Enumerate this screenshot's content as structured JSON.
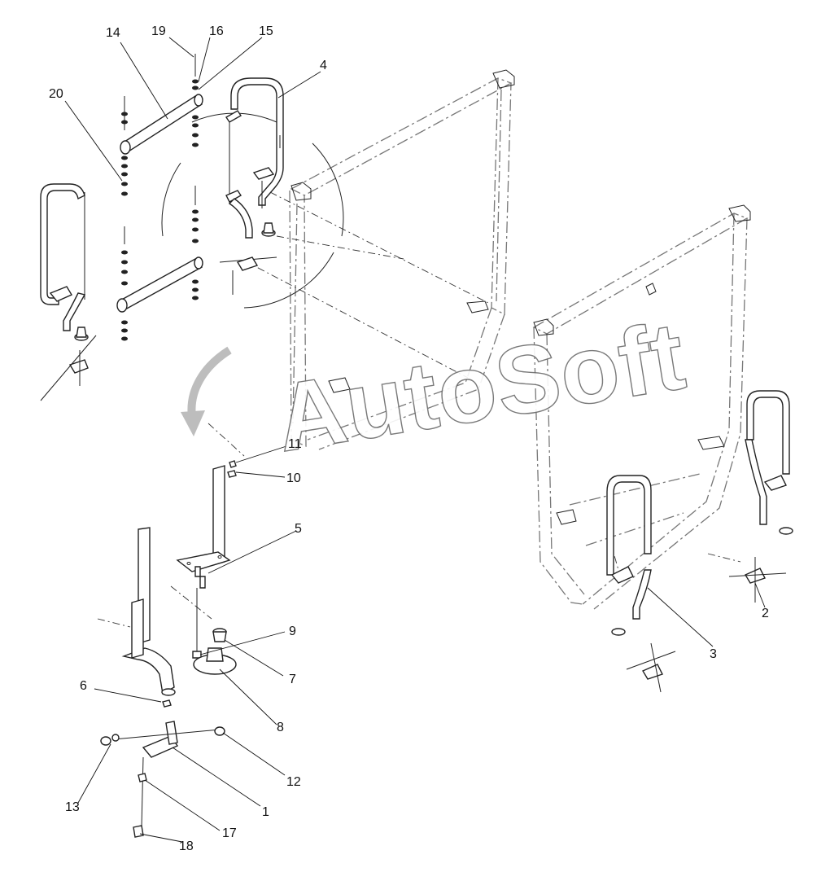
{
  "diagram": {
    "watermark": "AutoSoft",
    "callouts": [
      {
        "id": "c14",
        "text": "14"
      },
      {
        "id": "c19",
        "text": "19"
      },
      {
        "id": "c16",
        "text": "16"
      },
      {
        "id": "c15",
        "text": "15"
      },
      {
        "id": "c4",
        "text": "4"
      },
      {
        "id": "c20",
        "text": "20"
      },
      {
        "id": "c11",
        "text": "11"
      },
      {
        "id": "c10",
        "text": "10"
      },
      {
        "id": "c5",
        "text": "5"
      },
      {
        "id": "c9",
        "text": "9"
      },
      {
        "id": "c7",
        "text": "7"
      },
      {
        "id": "c8",
        "text": "8"
      },
      {
        "id": "c6",
        "text": "6"
      },
      {
        "id": "c12",
        "text": "12"
      },
      {
        "id": "c13",
        "text": "13"
      },
      {
        "id": "c1",
        "text": "1"
      },
      {
        "id": "c17",
        "text": "17"
      },
      {
        "id": "c18",
        "text": "18"
      },
      {
        "id": "c2",
        "text": "2"
      },
      {
        "id": "c3",
        "text": "3"
      }
    ]
  }
}
